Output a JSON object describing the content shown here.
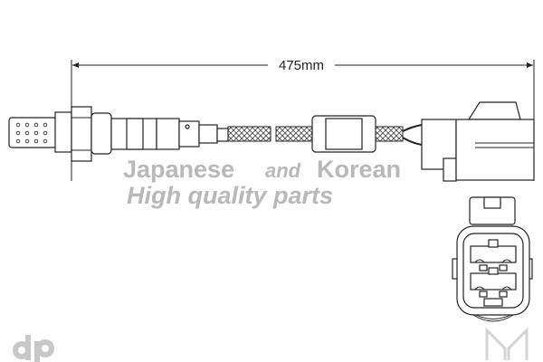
{
  "dimension": {
    "length_label": "475mm"
  },
  "watermark": {
    "line1_part1": "Japanese",
    "line1_part2": "and",
    "line1_part3": "Korean",
    "line2": "High quality parts",
    "logo_left": "dp",
    "logo_right": "M"
  }
}
